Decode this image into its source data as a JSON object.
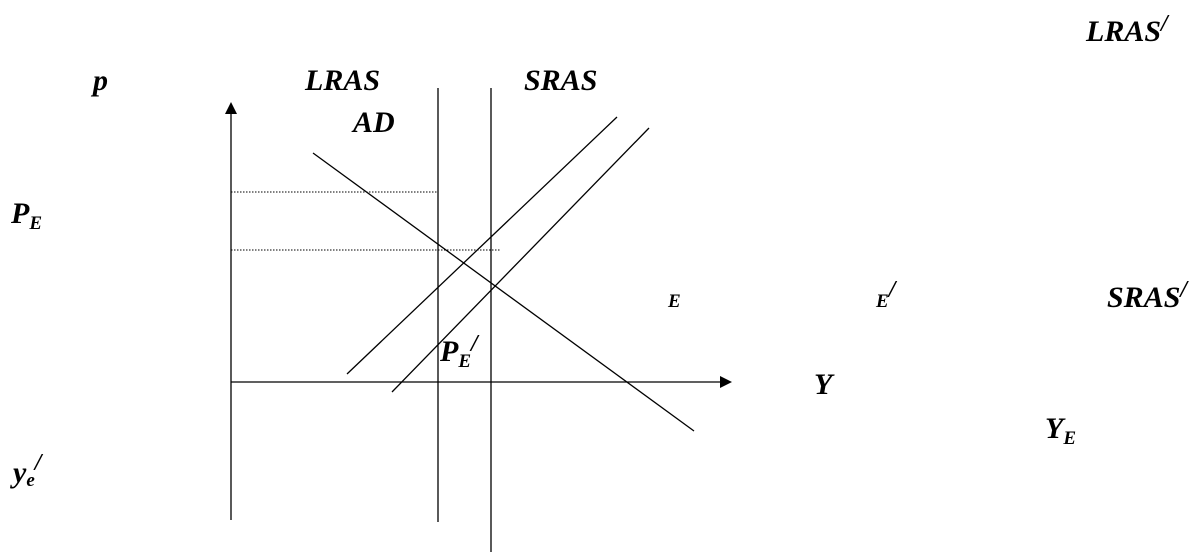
{
  "labels": {
    "p": "p",
    "lras": "LRAS",
    "sras": "SRAS",
    "ad": "AD",
    "lras_prime": "LRAS",
    "lras_prime_mark": "/",
    "pe": "P",
    "pe_sub": "E",
    "pe_prime": "P",
    "pe_prime_sub": "E",
    "pe_prime_mark": "/",
    "e": "E",
    "e_prime": "E",
    "e_prime_mark": "/",
    "sras_prime": "SRAS",
    "sras_prime_mark": "/",
    "y_axis": "Y",
    "ye_big": "Y",
    "ye_big_sub": "E",
    "ye_small": "y",
    "ye_small_sub": "e",
    "ye_small_mark": "/"
  }
}
